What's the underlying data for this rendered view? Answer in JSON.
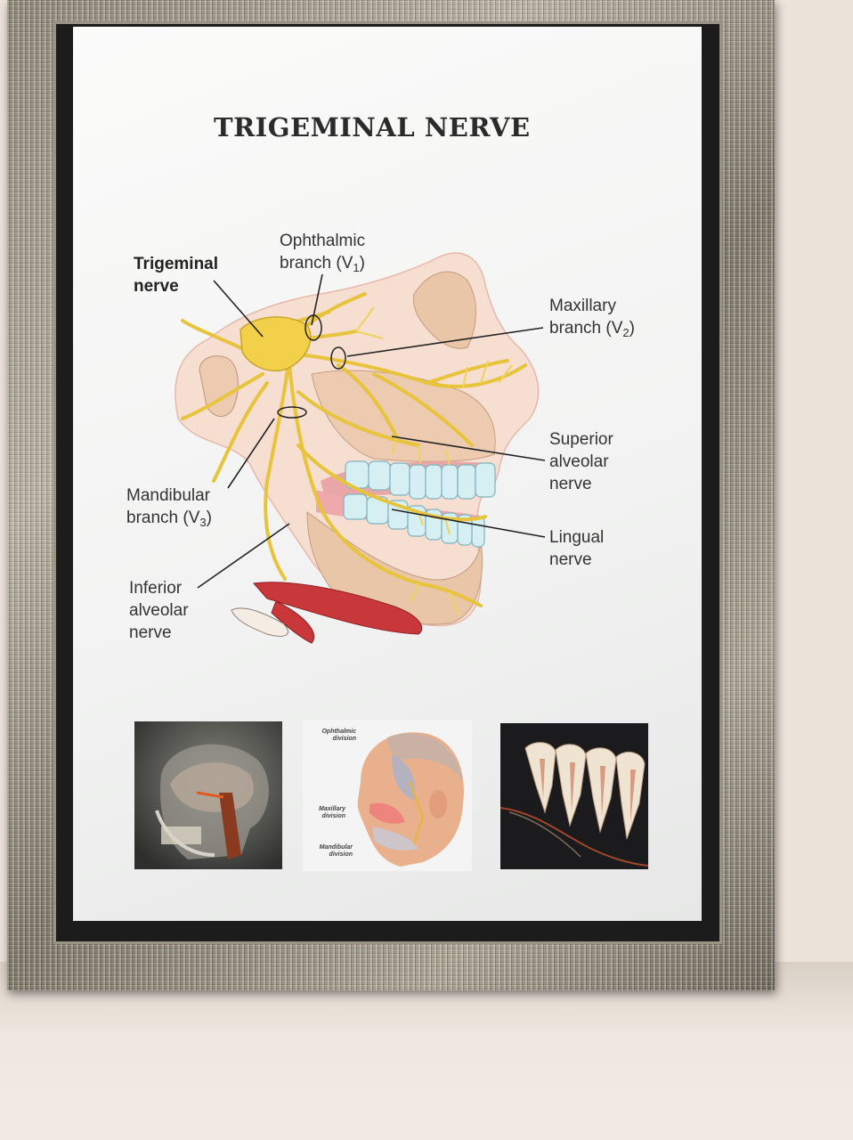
{
  "poster": {
    "title": "TRIGEMINAL NERVE",
    "labels": {
      "trigeminal_nerve_line1": "Trigeminal",
      "trigeminal_nerve_line2": "nerve",
      "ophthalmic_line1": "Ophthalmic",
      "ophthalmic_line2": "branch (V",
      "ophthalmic_sub": "1",
      "maxillary_line1": "Maxillary",
      "maxillary_line2": "branch (V",
      "maxillary_sub": "2",
      "superior_alveolar_line1": "Superior",
      "superior_alveolar_line2": "alveolar",
      "superior_alveolar_line3": "nerve",
      "mandibular_line1": "Mandibular",
      "mandibular_line2": "branch (V",
      "mandibular_sub": "3",
      "lingual_line1": "Lingual",
      "lingual_line2": "nerve",
      "inferior_alveolar_line1": "Inferior",
      "inferior_alveolar_line2": "alveolar",
      "inferior_alveolar_line3": "nerve",
      "close_paren": ")"
    },
    "thumbnails": {
      "head_profile_labels": {
        "ophthalmic_line1": "Ophthalmic",
        "ophthalmic_line2": "division",
        "maxillary_line1": "Maxillary",
        "maxillary_line2": "division",
        "mandibular_line1": "Mandibular",
        "mandibular_line2": "division"
      }
    }
  },
  "colors": {
    "nerve": "#f2d04a",
    "nerve_outline": "#c9a52a",
    "skin": "#f4d8c3",
    "bone": "#e9c6a8",
    "teeth": "#d9f0f4",
    "gum": "#e8a6a6",
    "muscle": "#c83a3a",
    "frame": "#9a9280",
    "wall": "#ece3da"
  }
}
